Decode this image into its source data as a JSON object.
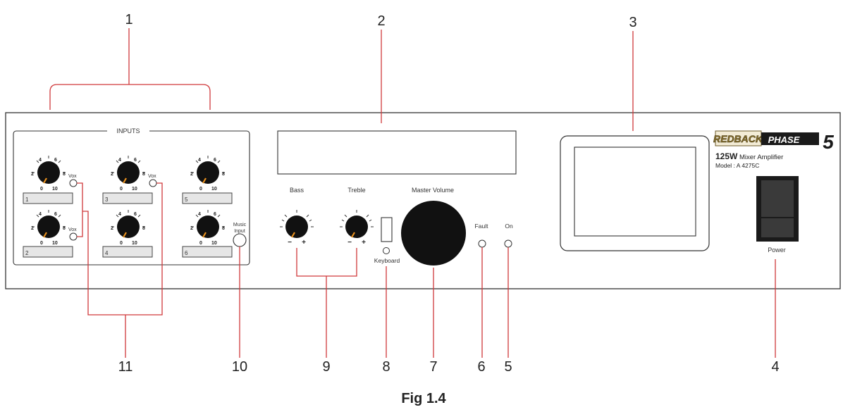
{
  "callouts": {
    "c1": "1",
    "c2": "2",
    "c3": "3",
    "c4": "4",
    "c5": "5",
    "c6": "6",
    "c7": "7",
    "c8": "8",
    "c9": "9",
    "c10": "10",
    "c11": "11"
  },
  "inputs_section": {
    "title": "INPUTS",
    "knob_scale": {
      "s2": "2",
      "s4": "4",
      "s6": "6",
      "s8": "8",
      "s0": "0",
      "s10": "10"
    },
    "channels": [
      {
        "label": "1",
        "vox": "Vox"
      },
      {
        "label": "2",
        "vox": "Vox"
      },
      {
        "label": "3",
        "vox": "Vox"
      },
      {
        "label": "4"
      },
      {
        "label": "5"
      },
      {
        "label": "6"
      }
    ],
    "music_input_line1": "Music",
    "music_input_line2": "Input"
  },
  "tone": {
    "bass": "Bass",
    "treble": "Treble",
    "minus": "−",
    "plus": "+"
  },
  "keyboard": "Keyboard",
  "master_volume": "Master Volume",
  "indicators": {
    "fault": "Fault",
    "on": "On"
  },
  "brand": {
    "logo_text": "REDBACK",
    "logo_phase": "PHASE",
    "logo_digit": "5",
    "wattage": "125W",
    "product": "Mixer Amplifier",
    "model": "Model : A 4275C"
  },
  "power": "Power",
  "caption": "Fig 1.4",
  "colors": {
    "callout_line": "#d0393b",
    "knob_pointer": "#e8901e",
    "panel_stroke": "#333333"
  }
}
